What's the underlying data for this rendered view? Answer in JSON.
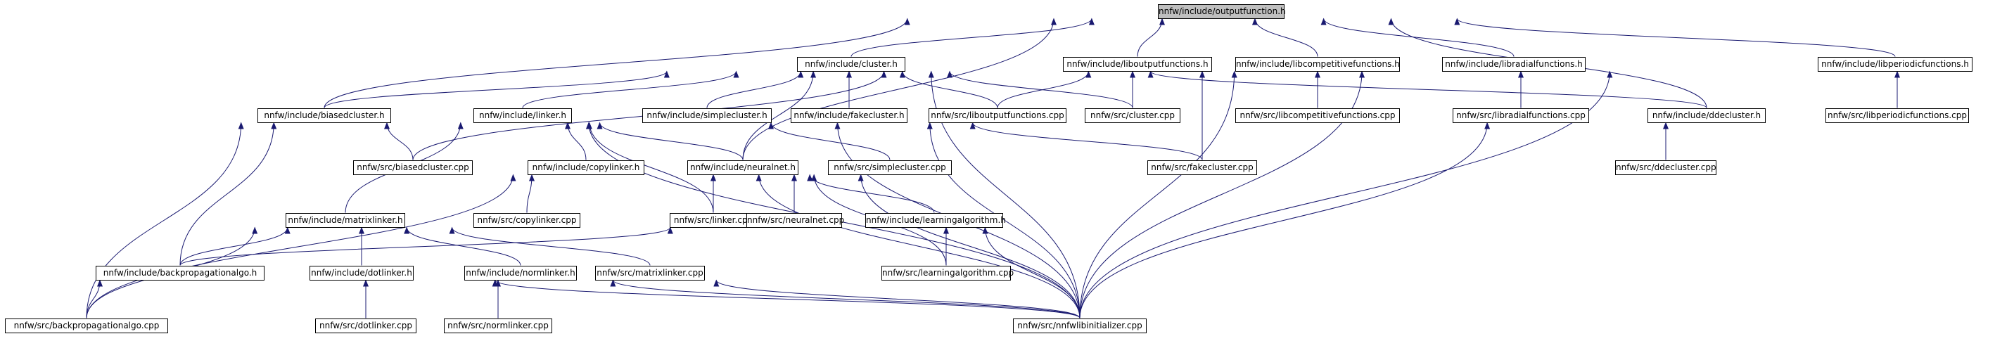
{
  "diagram": {
    "nodes": [
      {
        "id": "outputfunction",
        "label": "nnfw/include/outputfunction.h",
        "root": true
      },
      {
        "id": "cluster",
        "label": "nnfw/include/cluster.h"
      },
      {
        "id": "liboutputfunctions",
        "label": "nnfw/include/liboutputfunctions.h"
      },
      {
        "id": "libcompetitivefunctions",
        "label": "nnfw/include/libcompetitivefunctions.h"
      },
      {
        "id": "libradialfunctions",
        "label": "nnfw/include/libradialfunctions.h"
      },
      {
        "id": "libperiodicfunctions",
        "label": "nnfw/include/libperiodicfunctions.h"
      },
      {
        "id": "biasedcluster",
        "label": "nnfw/include/biasedcluster.h"
      },
      {
        "id": "linker",
        "label": "nnfw/include/linker.h"
      },
      {
        "id": "simplecluster",
        "label": "nnfw/include/simplecluster.h"
      },
      {
        "id": "fakecluster",
        "label": "nnfw/include/fakecluster.h"
      },
      {
        "id": "liboutputfunctions_cpp",
        "label": "nnfw/src/liboutputfunctions.cpp"
      },
      {
        "id": "cluster_cpp",
        "label": "nnfw/src/cluster.cpp"
      },
      {
        "id": "libcompetitivefunctions_cpp",
        "label": "nnfw/src/libcompetitivefunctions.cpp"
      },
      {
        "id": "libradialfunctions_cpp",
        "label": "nnfw/src/libradialfunctions.cpp"
      },
      {
        "id": "ddecluster",
        "label": "nnfw/include/ddecluster.h"
      },
      {
        "id": "libperiodicfunctions_cpp",
        "label": "nnfw/src/libperiodicfunctions.cpp"
      },
      {
        "id": "biasedcluster_cpp",
        "label": "nnfw/src/biasedcluster.cpp"
      },
      {
        "id": "copylinker",
        "label": "nnfw/include/copylinker.h"
      },
      {
        "id": "neuralnet",
        "label": "nnfw/include/neuralnet.h"
      },
      {
        "id": "simplecluster_cpp",
        "label": "nnfw/src/simplecluster.cpp"
      },
      {
        "id": "fakecluster_cpp",
        "label": "nnfw/src/fakecluster.cpp"
      },
      {
        "id": "ddecluster_cpp",
        "label": "nnfw/src/ddecluster.cpp"
      },
      {
        "id": "copylinker_cpp",
        "label": "nnfw/src/copylinker.cpp"
      },
      {
        "id": "linker_cpp",
        "label": "nnfw/src/linker.cpp"
      },
      {
        "id": "neuralnet_cpp",
        "label": "nnfw/src/neuralnet.cpp"
      },
      {
        "id": "learningalgorithm",
        "label": "nnfw/include/learningalgorithm.h"
      },
      {
        "id": "matrixlinker",
        "label": "nnfw/include/matrixlinker.h"
      },
      {
        "id": "backpropagationalgo",
        "label": "nnfw/include/backpropagationalgo.h"
      },
      {
        "id": "dotlinker",
        "label": "nnfw/include/dotlinker.h"
      },
      {
        "id": "normlinker",
        "label": "nnfw/include/normlinker.h"
      },
      {
        "id": "matrixlinker_cpp",
        "label": "nnfw/src/matrixlinker.cpp"
      },
      {
        "id": "learningalgorithm_cpp",
        "label": "nnfw/src/learningalgorithm.cpp"
      },
      {
        "id": "backpropagationalgo_cpp",
        "label": "nnfw/src/backpropagationalgo.cpp"
      },
      {
        "id": "dotlinker_cpp",
        "label": "nnfw/src/dotlinker.cpp"
      },
      {
        "id": "normlinker_cpp",
        "label": "nnfw/src/normlinker.cpp"
      },
      {
        "id": "nnfwlibinitializer_cpp",
        "label": "nnfw/src/nnfwlibinitializer.cpp"
      }
    ],
    "edges": [
      {
        "from": "cluster",
        "to": "outputfunction"
      },
      {
        "from": "liboutputfunctions",
        "to": "outputfunction"
      },
      {
        "from": "libcompetitivefunctions",
        "to": "outputfunction"
      },
      {
        "from": "libradialfunctions",
        "to": "outputfunction"
      },
      {
        "from": "libperiodicfunctions",
        "to": "outputfunction"
      },
      {
        "from": "biasedcluster",
        "to": "outputfunction"
      },
      {
        "from": "ddecluster",
        "to": "outputfunction"
      },
      {
        "from": "neuralnet",
        "to": "outputfunction"
      },
      {
        "from": "biasedcluster",
        "to": "cluster"
      },
      {
        "from": "linker",
        "to": "cluster"
      },
      {
        "from": "simplecluster",
        "to": "cluster"
      },
      {
        "from": "fakecluster",
        "to": "cluster"
      },
      {
        "from": "liboutputfunctions_cpp",
        "to": "cluster"
      },
      {
        "from": "cluster_cpp",
        "to": "cluster"
      },
      {
        "from": "ddecluster",
        "to": "cluster"
      },
      {
        "from": "neuralnet",
        "to": "cluster"
      },
      {
        "from": "nnfwlibinitializer_cpp",
        "to": "cluster"
      },
      {
        "from": "biasedcluster_cpp",
        "to": "liboutputfunctions"
      },
      {
        "from": "liboutputfunctions_cpp",
        "to": "liboutputfunctions"
      },
      {
        "from": "cluster_cpp",
        "to": "liboutputfunctions"
      },
      {
        "from": "fakecluster_cpp",
        "to": "liboutputfunctions"
      },
      {
        "from": "libcompetitivefunctions_cpp",
        "to": "libcompetitivefunctions"
      },
      {
        "from": "nnfwlibinitializer_cpp",
        "to": "libcompetitivefunctions"
      },
      {
        "from": "libradialfunctions_cpp",
        "to": "libradialfunctions"
      },
      {
        "from": "nnfwlibinitializer_cpp",
        "to": "libradialfunctions"
      },
      {
        "from": "libperiodicfunctions_cpp",
        "to": "libperiodicfunctions"
      },
      {
        "from": "nnfwlibinitializer_cpp",
        "to": "libperiodicfunctions"
      },
      {
        "from": "biasedcluster_cpp",
        "to": "biasedcluster"
      },
      {
        "from": "backpropagationalgo",
        "to": "biasedcluster"
      },
      {
        "from": "backpropagationalgo_cpp",
        "to": "biasedcluster"
      },
      {
        "from": "nnfwlibinitializer_cpp",
        "to": "biasedcluster"
      },
      {
        "from": "copylinker",
        "to": "linker"
      },
      {
        "from": "neuralnet",
        "to": "linker"
      },
      {
        "from": "matrixlinker",
        "to": "linker"
      },
      {
        "from": "linker_cpp",
        "to": "linker"
      },
      {
        "from": "simplecluster_cpp",
        "to": "simplecluster"
      },
      {
        "from": "nnfwlibinitializer_cpp",
        "to": "simplecluster"
      },
      {
        "from": "fakecluster_cpp",
        "to": "fakecluster"
      },
      {
        "from": "nnfwlibinitializer_cpp",
        "to": "fakecluster"
      },
      {
        "from": "ddecluster_cpp",
        "to": "ddecluster"
      },
      {
        "from": "nnfwlibinitializer_cpp",
        "to": "ddecluster"
      },
      {
        "from": "copylinker_cpp",
        "to": "copylinker"
      },
      {
        "from": "nnfwlibinitializer_cpp",
        "to": "copylinker"
      },
      {
        "from": "linker_cpp",
        "to": "neuralnet"
      },
      {
        "from": "neuralnet_cpp",
        "to": "neuralnet"
      },
      {
        "from": "learningalgorithm",
        "to": "neuralnet"
      },
      {
        "from": "learningalgorithm_cpp",
        "to": "neuralnet"
      },
      {
        "from": "backpropagationalgo_cpp",
        "to": "neuralnet"
      },
      {
        "from": "nnfwlibinitializer_cpp",
        "to": "neuralnet"
      },
      {
        "from": "backpropagationalgo",
        "to": "learningalgorithm"
      },
      {
        "from": "learningalgorithm_cpp",
        "to": "learningalgorithm"
      },
      {
        "from": "nnfwlibinitializer_cpp",
        "to": "learningalgorithm"
      },
      {
        "from": "backpropagationalgo",
        "to": "matrixlinker"
      },
      {
        "from": "dotlinker",
        "to": "matrixlinker"
      },
      {
        "from": "normlinker",
        "to": "matrixlinker"
      },
      {
        "from": "matrixlinker_cpp",
        "to": "matrixlinker"
      },
      {
        "from": "backpropagationalgo_cpp",
        "to": "matrixlinker"
      },
      {
        "from": "backpropagationalgo_cpp",
        "to": "backpropagationalgo"
      },
      {
        "from": "nnfwlibinitializer_cpp",
        "to": "backpropagationalgo"
      },
      {
        "from": "dotlinker_cpp",
        "to": "dotlinker"
      },
      {
        "from": "nnfwlibinitializer_cpp",
        "to": "dotlinker"
      },
      {
        "from": "normlinker_cpp",
        "to": "normlinker"
      },
      {
        "from": "nnfwlibinitializer_cpp",
        "to": "normlinker"
      }
    ]
  }
}
